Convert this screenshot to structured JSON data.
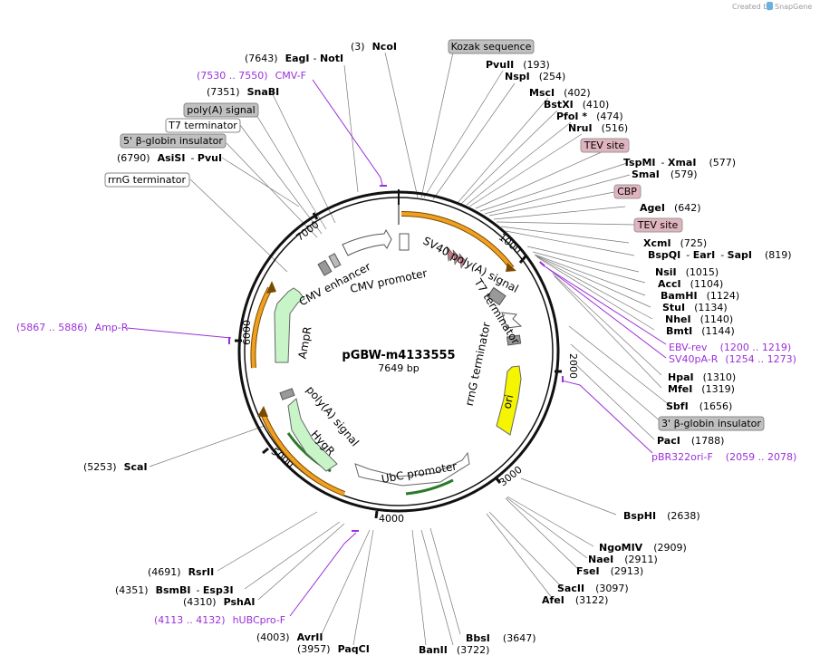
{
  "credit": {
    "created_by": "Created by",
    "brand": "SnapGene"
  },
  "plasmid": {
    "name": "pGBW-m4133555",
    "size": "7649 bp"
  },
  "ticks": [
    "1000",
    "2000",
    "3000",
    "4000",
    "5000",
    "6000",
    "7000"
  ],
  "sites": [
    {
      "id": "ncoi",
      "pos": "(3)",
      "name": "NcoI"
    },
    {
      "id": "eagi",
      "pos": "(7643)",
      "name": "EagI",
      "name2": "NotI"
    },
    {
      "id": "snabi",
      "pos": "(7351)",
      "name": "SnaBI"
    },
    {
      "id": "asisi",
      "pos": "(6790)",
      "name": "AsiSI",
      "name2": "PvuI"
    },
    {
      "id": "pvuii",
      "pos": "(193)",
      "name": "PvuII"
    },
    {
      "id": "nspi",
      "pos": "(254)",
      "name": "NspI"
    },
    {
      "id": "msci",
      "pos": "(402)",
      "name": "MscI"
    },
    {
      "id": "bstxi",
      "pos": "(410)",
      "name": "BstXI"
    },
    {
      "id": "pfoi",
      "pos": "(474)",
      "name": "PfoI *"
    },
    {
      "id": "nrui",
      "pos": "(516)",
      "name": "NruI"
    },
    {
      "id": "tspmi",
      "pos": "(577)",
      "name": "TspMI",
      "name2": "XmaI"
    },
    {
      "id": "smai",
      "pos": "(579)",
      "name": "SmaI"
    },
    {
      "id": "agei",
      "pos": "(642)",
      "name": "AgeI"
    },
    {
      "id": "xcmi",
      "pos": "(725)",
      "name": "XcmI"
    },
    {
      "id": "bspqi",
      "pos": "(819)",
      "name": "BspQI",
      "name2": "EarI",
      "name3": "SapI"
    },
    {
      "id": "nsii",
      "pos": "(1015)",
      "name": "NsiI"
    },
    {
      "id": "acci",
      "pos": "(1104)",
      "name": "AccI"
    },
    {
      "id": "bamhi",
      "pos": "(1124)",
      "name": "BamHI"
    },
    {
      "id": "stui",
      "pos": "(1134)",
      "name": "StuI"
    },
    {
      "id": "nhei",
      "pos": "(1140)",
      "name": "NheI"
    },
    {
      "id": "bmti",
      "pos": "(1144)",
      "name": "BmtI"
    },
    {
      "id": "hpai",
      "pos": "(1310)",
      "name": "HpaI"
    },
    {
      "id": "mfei",
      "pos": "(1319)",
      "name": "MfeI"
    },
    {
      "id": "sbfi",
      "pos": "(1656)",
      "name": "SbfI"
    },
    {
      "id": "paci",
      "pos": "(1788)",
      "name": "PacI"
    },
    {
      "id": "bsphi",
      "pos": "(2638)",
      "name": "BspHI"
    },
    {
      "id": "ngomiv",
      "pos": "(2909)",
      "name": "NgoMIV"
    },
    {
      "id": "naei",
      "pos": "(2911)",
      "name": "NaeI"
    },
    {
      "id": "fsei",
      "pos": "(2913)",
      "name": "FseI"
    },
    {
      "id": "sacii",
      "pos": "(3097)",
      "name": "SacII"
    },
    {
      "id": "afei",
      "pos": "(3122)",
      "name": "AfeI"
    },
    {
      "id": "bbsi",
      "pos": "(3647)",
      "name": "BbsI"
    },
    {
      "id": "banii",
      "pos": "(3722)",
      "name": "BanII"
    },
    {
      "id": "paqci",
      "pos": "(3957)",
      "name": "PaqCI"
    },
    {
      "id": "avrii",
      "pos": "(4003)",
      "name": "AvrII"
    },
    {
      "id": "pshai",
      "pos": "(4310)",
      "name": "PshAI"
    },
    {
      "id": "bsmbi",
      "pos": "(4351)",
      "name": "BsmBI",
      "name2": "Esp3I"
    },
    {
      "id": "rsrii",
      "pos": "(4691)",
      "name": "RsrII"
    },
    {
      "id": "scai",
      "pos": "(5253)",
      "name": "ScaI"
    }
  ],
  "primers": [
    {
      "id": "cmvf",
      "range": "(7530 .. 7550)",
      "name": "CMV-F"
    },
    {
      "id": "ebvrev",
      "range": "(1200 .. 1219)",
      "name": "EBV-rev"
    },
    {
      "id": "sv40pa",
      "range": "(1254 .. 1273)",
      "name": "SV40pA-R"
    },
    {
      "id": "pbr322",
      "range": "(2059 .. 2078)",
      "name": "pBR322ori-F"
    },
    {
      "id": "hubc",
      "range": "(4113 .. 4132)",
      "name": "hUBCpro-F"
    },
    {
      "id": "ampr",
      "range": "(5867 .. 5886)",
      "name": "Amp-R"
    }
  ],
  "feature_boxes": [
    {
      "id": "kozak",
      "label": "Kozak sequence",
      "style": "gray"
    },
    {
      "id": "polya",
      "label": "poly(A) signal",
      "style": "gray"
    },
    {
      "id": "t7term",
      "label": "T7 terminator",
      "style": "white"
    },
    {
      "id": "bglob5",
      "label": "5' β-globin insulator",
      "style": "gray"
    },
    {
      "id": "rrng",
      "label": "rrnG terminator",
      "style": "white"
    },
    {
      "id": "tev1",
      "label": "TEV site",
      "style": "pink"
    },
    {
      "id": "cbp",
      "label": "CBP",
      "style": "pink"
    },
    {
      "id": "tev2",
      "label": "TEV site",
      "style": "pink"
    },
    {
      "id": "bglob3",
      "label": "3' β-globin insulator",
      "style": "gray"
    }
  ],
  "arc_labels": {
    "cmv_enhancer": "CMV enhancer",
    "cmv_promoter": "CMV promoter",
    "sv40": "SV40 poly(A) signal",
    "t7": "T7 terminator",
    "rrng": "rrnG terminator",
    "ori": "ori",
    "ampr": "AmpR",
    "polya": "poly(A) signal",
    "hygr": "HygR",
    "ubc": "UbC promoter"
  },
  "colors": {
    "primer": "#9b30d9",
    "orange": "#f0a020",
    "ori": "#f5f500",
    "green": "#c8f5c8",
    "gray": "#c0c0c0",
    "pink": "#e0b4bf"
  }
}
